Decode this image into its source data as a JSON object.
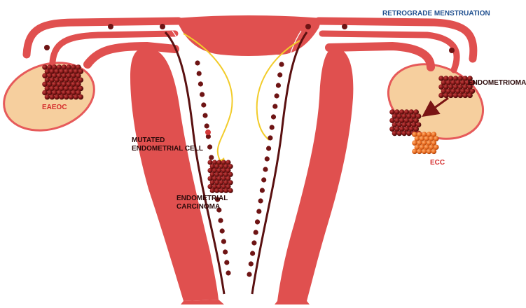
{
  "labels": {
    "retrograde": "RETROGRADE MENSTRUATION",
    "endometrioma": "ENDOMETRIOMA",
    "eaeoc": "EAEOC",
    "ecc": "ECC",
    "mutated_line1": "MUTATED",
    "mutated_line2": "ENDOMETRIAL CELL",
    "carcinoma_line1": "ENDOMETRIAL",
    "carcinoma_line2": "CARCINOMA"
  },
  "colors": {
    "uterus": "#e0504f",
    "ovary_fill": "#f6cf9e",
    "ovary_edge": "#e65a5a",
    "canal_line": "#5a1010",
    "dots": "#6e1414",
    "tumor": "#7a1414",
    "ecc_tumor": "#e86a1f",
    "arrow_yellow": "#f2cc2b",
    "label_blue": "#1f4f8f",
    "label_red": "#d42a2a",
    "label_dark": "#2b0a0a"
  }
}
